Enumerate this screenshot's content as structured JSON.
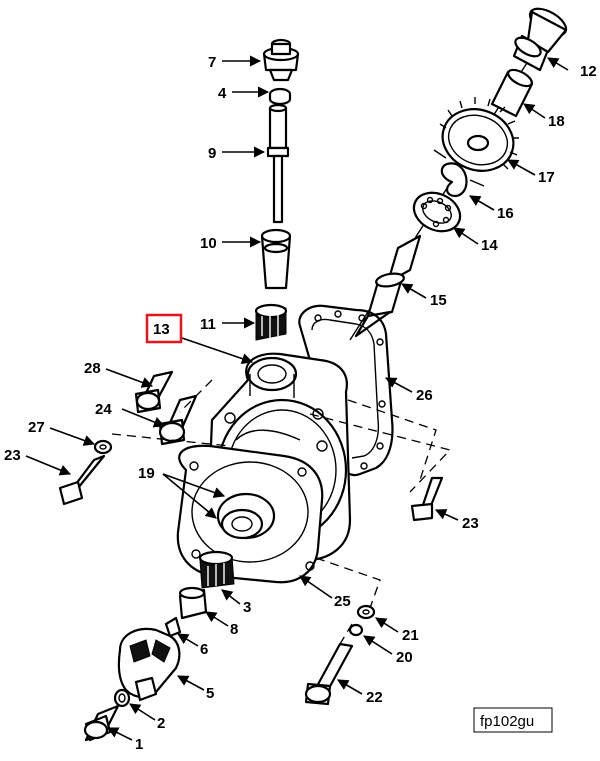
{
  "diagram": {
    "callouts": [
      "12",
      "18",
      "17",
      "16",
      "14",
      "15",
      "26",
      "7",
      "4",
      "9",
      "10",
      "11",
      "13",
      "28",
      "24",
      "27",
      "23",
      "19",
      "3",
      "25",
      "8",
      "6",
      "5",
      "2",
      "1",
      "21",
      "20",
      "22",
      "23"
    ],
    "highlighted_callout": "13",
    "highlight_color": "#e8141c",
    "figure_id": "fp102gu"
  }
}
